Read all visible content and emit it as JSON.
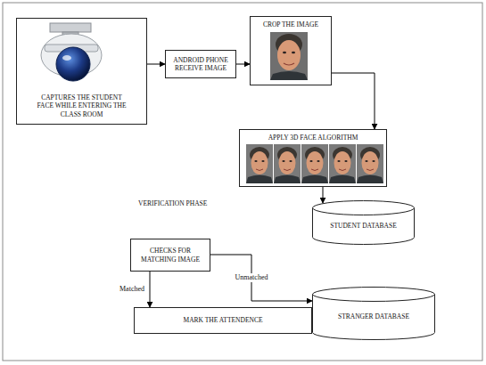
{
  "diagram": {
    "nodes": [
      {
        "text": [
          "CAPTURES THE STUDENT FACE WHILE ENTERING THE CLASS ROOM"
        ]
      },
      {
        "text": [
          "ANDROID PHONE RECEIVE IMAGE"
        ]
      },
      {
        "text": [
          "CROP THE IMAGE"
        ]
      },
      {
        "text": [
          "APPLY 3D FACE ALGORITHM"
        ]
      },
      {
        "text": [
          "STUDENT DATABASE"
        ]
      },
      {
        "text": [
          "CHECKS FOR MATCHING IMAGE"
        ]
      },
      {
        "text": [
          "MARK THE ATTENDENCE"
        ]
      },
      {
        "text": [
          "STRANGER DATABASE"
        ]
      }
    ],
    "edges": [
      {
        "from": 0,
        "to": 1,
        "arrow": "to"
      },
      {
        "from": 1,
        "to": 2,
        "arrow": "to"
      },
      {
        "from": 2,
        "to": 3,
        "arrow": "to"
      },
      {
        "from": 3,
        "to": 4,
        "arrow": "to"
      },
      {
        "from": 5,
        "to": 6,
        "arrow": "to",
        "label": "Matched"
      },
      {
        "from": 5,
        "to": 7,
        "arrow": "to",
        "label": "Unmatched"
      }
    ],
    "labels": [
      "VERIFICATION PHASE"
    ]
  }
}
